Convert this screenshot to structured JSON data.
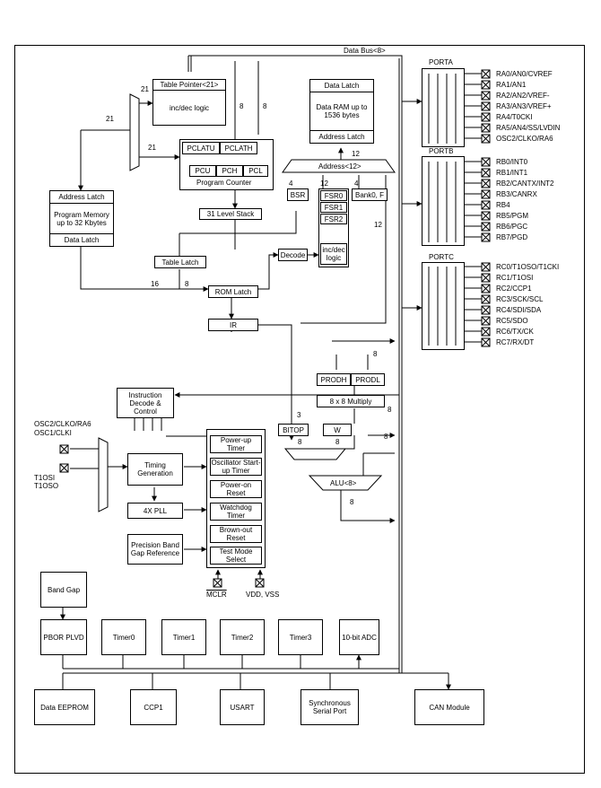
{
  "bus_labels": {
    "data_bus": "Data Bus<8>",
    "address_12": "Address<12>"
  },
  "ports": {
    "porta": {
      "title": "PORTA",
      "pins": [
        "RA0/AN0/CVREF",
        "RA1/AN1",
        "RA2/AN2/VREF-",
        "RA3/AN3/VREF+",
        "RA4/T0CKI",
        "RA5/AN4/SS/LVDIN",
        "OSC2/CLKO/RA6"
      ]
    },
    "portb": {
      "title": "PORTB",
      "pins": [
        "RB0/INT0",
        "RB1/INT1",
        "RB2/CANTX/INT2",
        "RB3/CANRX",
        "RB4",
        "RB5/PGM",
        "RB6/PGC",
        "RB7/PGD"
      ]
    },
    "portc": {
      "title": "PORTC",
      "pins": [
        "RC0/T1OSO/T1CKI",
        "RC1/T1OSI",
        "RC2/CCP1",
        "RC3/SCK/SCL",
        "RC4/SDI/SDA",
        "RC5/SDO",
        "RC6/TX/CK",
        "RC7/RX/DT"
      ]
    }
  },
  "blocks": {
    "table_pointer": "Table Pointer<21>",
    "inc_dec_logic": "inc/dec logic",
    "pclatu": "PCLATU",
    "pclath": "PCLATH",
    "pcu": "PCU",
    "pch": "PCH",
    "pcl": "PCL",
    "program_counter": "Program Counter",
    "stack": "31 Level Stack",
    "pm_address_latch": "Address Latch",
    "program_memory": "Program Memory up to 32 Kbytes",
    "pm_data_latch": "Data Latch",
    "table_latch": "Table Latch",
    "rom_latch": "ROM Latch",
    "ir": "IR",
    "decode": "Decode",
    "dr_data_latch": "Data Latch",
    "data_ram": "Data RAM up to 1536 bytes",
    "dr_address_latch": "Address Latch",
    "bsr": "BSR",
    "fsr0": "FSR0",
    "fsr1": "FSR1",
    "fsr2": "FSR2",
    "fsr_inc_dec": "inc/dec logic",
    "bank": "Bank0, F",
    "prodh": "PRODH",
    "prodl": "PRODL",
    "multiply": "8 x 8 Multiply",
    "bitop": "BITOP",
    "w": "W",
    "alu": "ALU<8>",
    "instruction_decode": "Instruction Decode & Control",
    "timing_generation": "Timing Generation",
    "pll": "4X PLL",
    "precision_ref": "Precision Band Gap Reference",
    "power_up_timer": "Power-up Timer",
    "ost": "Oscillator Start-up Timer",
    "por": "Power-on Reset",
    "wdt": "Watchdog Timer",
    "bor": "Brown-out Reset",
    "test_mode": "Test Mode Select",
    "band_gap": "Band Gap",
    "pbor": "PBOR PLVD",
    "timer0": "Timer0",
    "timer1": "Timer1",
    "timer2": "Timer2",
    "timer3": "Timer3",
    "adc": "10-bit ADC",
    "eeprom": "Data EEPROM",
    "ccp1": "CCP1",
    "usart": "USART",
    "ssp": "Synchronous Serial Port",
    "can": "CAN Module"
  },
  "pins_left": {
    "osc2": "OSC2/CLKO/RA6",
    "osc1": "OSC1/CLKI",
    "t1osi": "T1OSI",
    "t1oso": "T1OSO",
    "mclr": "MCLR",
    "vdd_vss": "VDD, VSS"
  },
  "widths": {
    "w21a": "21",
    "w21b": "21",
    "w21c": "21",
    "w8a": "8",
    "w8b": "8",
    "w16": "16",
    "w8c": "8",
    "w12a": "12",
    "w12b": "12",
    "w4a": "4",
    "w4b": "4",
    "w12c": "12",
    "w8d": "8",
    "w8e": "8",
    "w8f": "8",
    "w3": "3",
    "w8g": "8",
    "w8h": "8",
    "w8i": "8"
  }
}
